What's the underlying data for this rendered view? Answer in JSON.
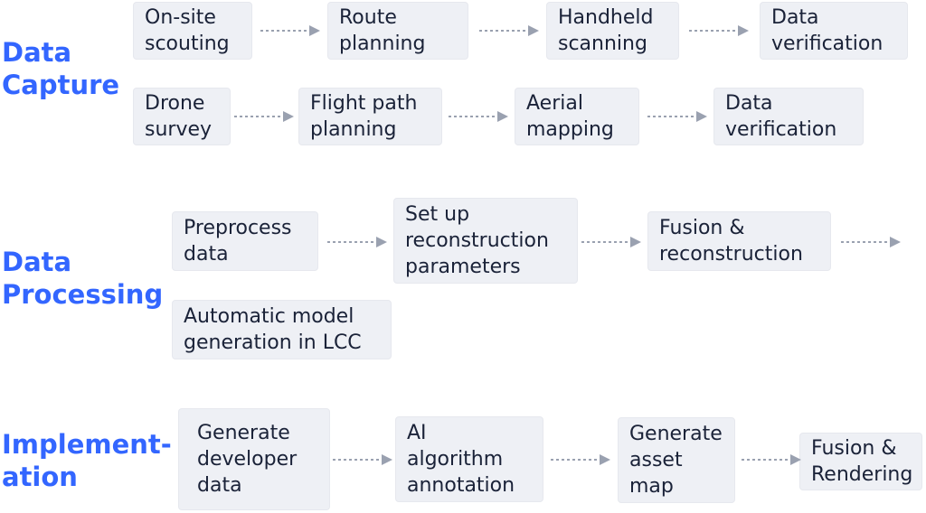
{
  "colors": {
    "accent": "#3366ff",
    "box_fill": "#eef0f5",
    "arrow": "#9aa1b0",
    "text": "#1a2238"
  },
  "sections": {
    "data_capture": {
      "label": "Data\nCapture",
      "rows": [
        [
          "On-site\nscouting",
          "Route\nplanning",
          "Handheld\nscanning",
          "Data\nverification"
        ],
        [
          "Drone\nsurvey",
          "Flight path\nplanning",
          "Aerial\nmapping",
          "Data\nverification"
        ]
      ]
    },
    "data_processing": {
      "label": "Data\nProcessing",
      "steps": [
        "Preprocess\ndata",
        "Set up\nreconstruction\nparameters",
        "Fusion &\nreconstruction"
      ],
      "alt_step": "Automatic model\ngeneration in LCC"
    },
    "implementation": {
      "label": "Implement-\nation",
      "steps": [
        "Generate\ndeveloper\ndata",
        "AI\nalgorithm\nannotation",
        "Generate\nasset\nmap",
        "Fusion &\nRendering"
      ]
    }
  }
}
